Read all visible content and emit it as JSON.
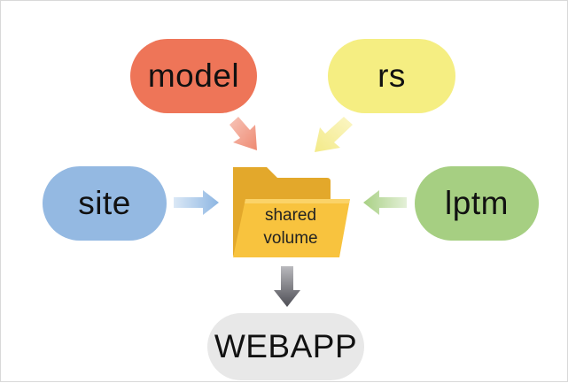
{
  "nodes": {
    "model": {
      "label": "model",
      "color": "#ee7558"
    },
    "rs": {
      "label": "rs",
      "color": "#f5ee82"
    },
    "site": {
      "label": "site",
      "color": "#94b9e2"
    },
    "lptm": {
      "label": "lptm",
      "color": "#a6cf82"
    },
    "webapp": {
      "label": "WEBAPP",
      "color": "#e8e8e8"
    }
  },
  "center": {
    "icon": "folder-icon",
    "line1": "shared",
    "line2": "volume",
    "folder_back_color": "#e3a82b",
    "folder_front_color": "#f8c33e"
  },
  "arrows": {
    "model_color": "#f2a08e",
    "rs_color": "#f6ef9c",
    "site_color": "#9fc2e8",
    "lptm_color": "#bfdca2",
    "webapp_color": "#6b6b70"
  }
}
